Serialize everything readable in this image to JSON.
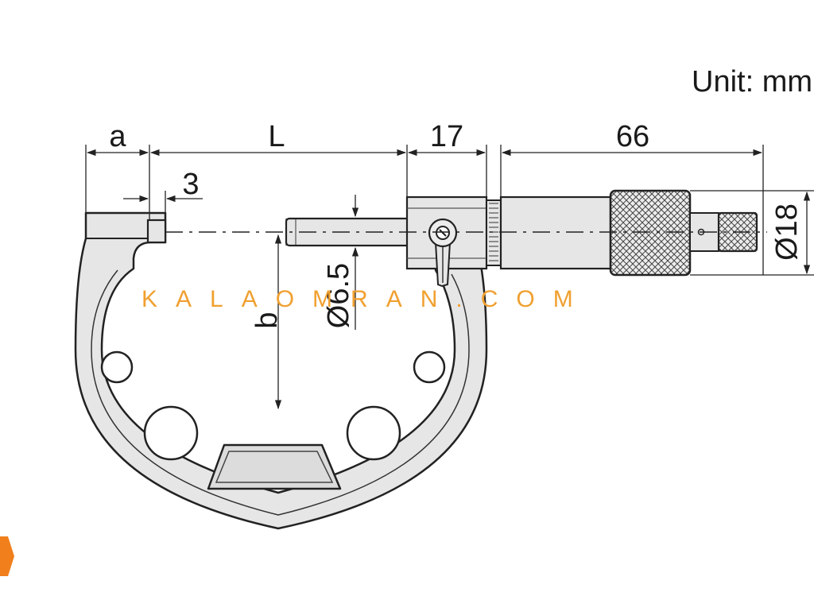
{
  "unit_label": "Unit: mm",
  "dimensions": {
    "a": "a",
    "L": "L",
    "d17": "17",
    "d66": "66",
    "d3": "3",
    "b": "b",
    "spindle_dia": "Ø6.5",
    "thimble_dia": "Ø18"
  },
  "watermark": "KALAOMRAN.COM",
  "colors": {
    "body_fill": "#e6e6e6",
    "outline": "#222222",
    "watermark": "#f0a030",
    "logo": "#f07f1c"
  },
  "icons": {
    "knurling": "crosshatch-pattern",
    "logo": "chevron-logo-icon"
  }
}
